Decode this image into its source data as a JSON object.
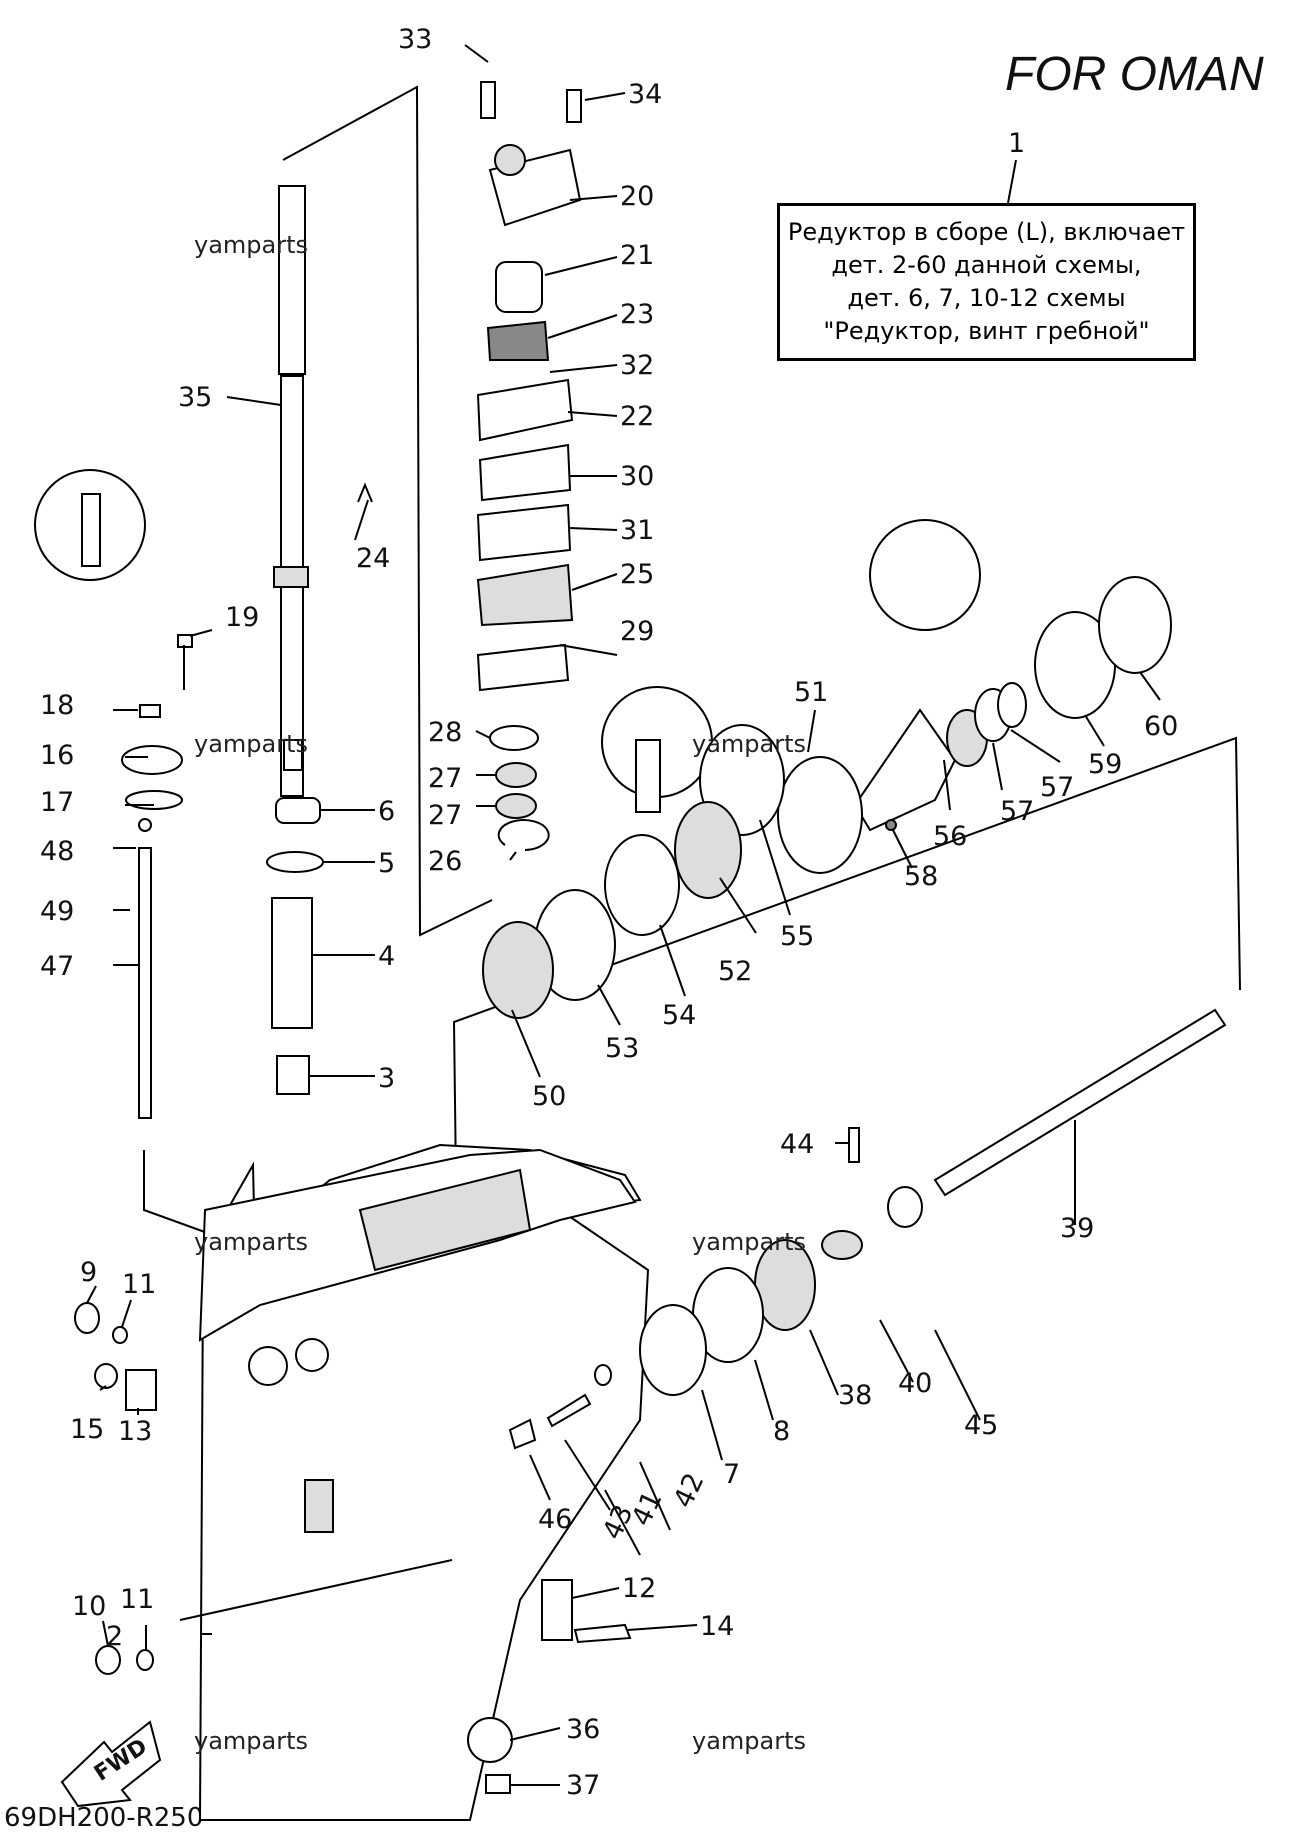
{
  "header": {
    "region_title": "FOR  OMAN",
    "diagram_code": "69DH200-R250"
  },
  "note": {
    "callout": "1",
    "lines": [
      "Редуктор в сборе (L), включает",
      "дет. 2-60 данной схемы,",
      "дет. 6, 7, 10-12 схемы",
      "\"Редуктор, винт гребной\""
    ]
  },
  "watermark": "yamparts",
  "fwd_label": "FWD",
  "callouts": [
    "2",
    "3",
    "4",
    "5",
    "6",
    "7",
    "8",
    "9",
    "10",
    "11",
    "11",
    "12",
    "13",
    "14",
    "15",
    "16",
    "17",
    "18",
    "19",
    "20",
    "21",
    "22",
    "23",
    "24",
    "25",
    "26",
    "27",
    "27",
    "28",
    "29",
    "30",
    "31",
    "32",
    "33",
    "34",
    "35",
    "36",
    "37",
    "38",
    "39",
    "40",
    "41",
    "42",
    "43",
    "44",
    "45",
    "46",
    "47",
    "48",
    "49",
    "50",
    "51",
    "52",
    "53",
    "54",
    "55",
    "56",
    "57",
    "57",
    "58",
    "59",
    "60"
  ]
}
